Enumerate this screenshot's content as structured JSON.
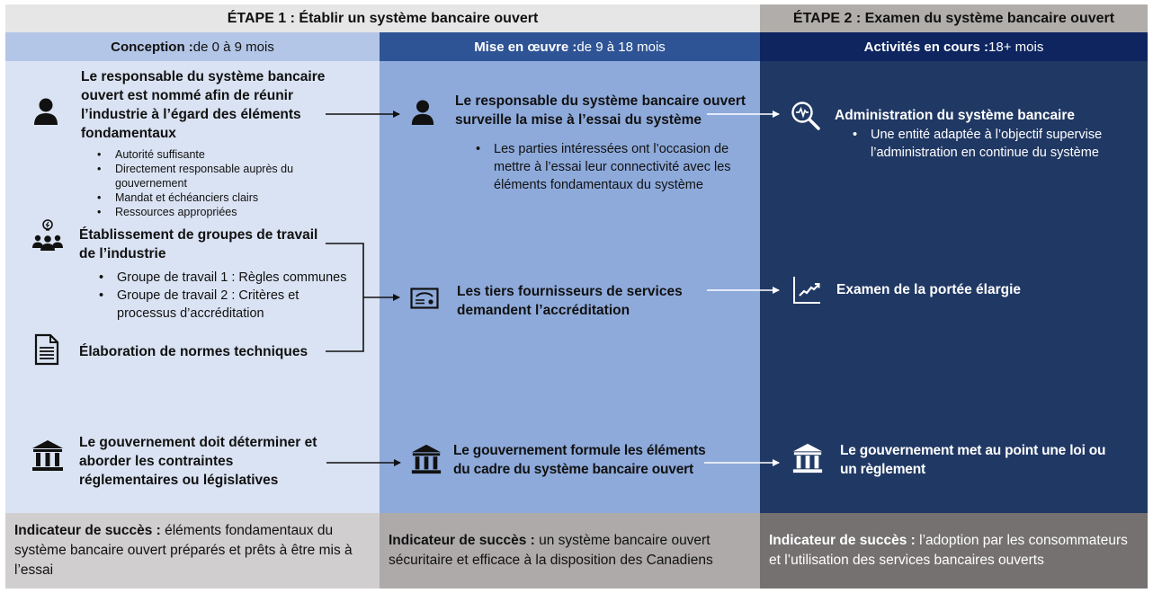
{
  "stages": {
    "stage1": "ÉTAPE 1 : Établir un système bancaire ouvert",
    "stage2": "ÉTAPE 2 : Examen du système bancaire ouvert"
  },
  "phases": [
    {
      "label": "Conception :",
      "duration": " de 0 à 9 mois"
    },
    {
      "label": "Mise en œuvre :",
      "duration": " de 9 à 18 mois"
    },
    {
      "label": "Activités en cours :",
      "duration": " 18+ mois"
    }
  ],
  "col1": {
    "item1": {
      "icon": "person-icon",
      "title": "Le responsable du système bancaire ouvert est nommé afin de réunir l’industrie à l’égard des éléments fondamentaux",
      "bullets": [
        "Autorité suffisante",
        "Directement responsable auprès du gouvernement",
        "Mandat et échéanciers clairs",
        "Ressources appropriées"
      ]
    },
    "item2": {
      "icon": "working-group-icon",
      "title": "Établissement de groupes de travail de l’industrie",
      "bullets": [
        "Groupe de travail 1 : Règles communes",
        "Groupe de travail 2 : Critères et processus d’accréditation"
      ]
    },
    "item3": {
      "icon": "document-icon",
      "title": "Élaboration de normes techniques"
    },
    "item4": {
      "icon": "government-building-icon",
      "title": "Le gouvernement doit déterminer et aborder les contraintes réglementaires ou législatives"
    }
  },
  "col2": {
    "item1": {
      "icon": "person-icon",
      "title": "Le responsable du système bancaire ouvert surveille la mise à l’essai du système",
      "bullets": [
        "Les parties intéressées ont l’occasion de mettre à l’essai leur connectivité avec les éléments fondamentaux du système"
      ]
    },
    "item2": {
      "icon": "certificate-icon",
      "title": "Les tiers fournisseurs de services demandent l’accréditation"
    },
    "item3": {
      "icon": "government-building-icon",
      "title": "Le gouvernement formule les éléments du cadre du système bancaire ouvert"
    }
  },
  "col3": {
    "item1": {
      "icon": "monitoring-search-icon",
      "title": "Administration du système bancaire",
      "bullets": [
        "Une entité adaptée à l’objectif supervise l’administration en continue du système"
      ]
    },
    "item2": {
      "icon": "growth-chart-icon",
      "title": "Examen de la portée élargie"
    },
    "item3": {
      "icon": "government-building-icon",
      "title": "Le gouvernement met au point une loi ou un règlement"
    }
  },
  "success": [
    {
      "label": "Indicateur de succès :",
      "text": " éléments fondamentaux du système bancaire ouvert préparés et prêts à être mis à l’essai"
    },
    {
      "label": "Indicateur de succès :",
      "text": " un système bancaire ouvert sécuritaire et efficace à la disposition des Canadiens"
    },
    {
      "label": "Indicateur de succès :",
      "text": " l’adoption par les consommateurs et l’utilisation des services bancaires ouverts"
    }
  ],
  "colors": {
    "phase1": "#dae3f3",
    "phase2": "#8eaadb",
    "phase3": "#203864"
  }
}
